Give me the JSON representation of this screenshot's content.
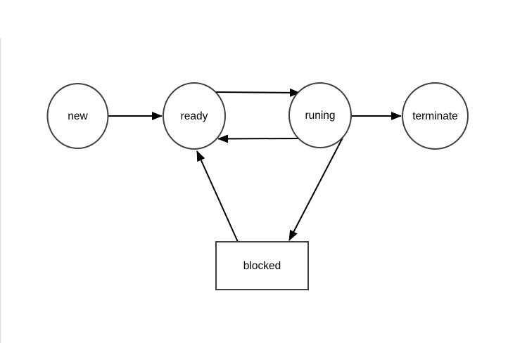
{
  "diagram": {
    "type": "state-diagram",
    "description": "Process state transition diagram",
    "nodes": [
      {
        "id": "new",
        "label": "new",
        "shape": "ellipse"
      },
      {
        "id": "ready",
        "label": "ready",
        "shape": "ellipse"
      },
      {
        "id": "runing",
        "label": "runing",
        "shape": "ellipse"
      },
      {
        "id": "terminate",
        "label": "terminate",
        "shape": "ellipse"
      },
      {
        "id": "blocked",
        "label": "blocked",
        "shape": "rectangle"
      }
    ],
    "edges": [
      {
        "from": "new",
        "to": "ready",
        "arrow": "filled-triangle"
      },
      {
        "from": "ready",
        "to": "runing",
        "arrow": "filled-triangle"
      },
      {
        "from": "runing",
        "to": "ready",
        "arrow": "filled-triangle"
      },
      {
        "from": "runing",
        "to": "terminate",
        "arrow": "filled-triangle"
      },
      {
        "from": "runing",
        "to": "blocked",
        "arrow": "filled-triangle"
      },
      {
        "from": "blocked",
        "to": "ready",
        "arrow": "filled-triangle"
      }
    ],
    "colors": {
      "node_fill": "#ffffff",
      "node_stroke": "#404040",
      "edge_stroke": "#000000",
      "text": "#000000",
      "background": "#ffffff",
      "canvas_edge_artifact": "#e0e0e0"
    }
  }
}
